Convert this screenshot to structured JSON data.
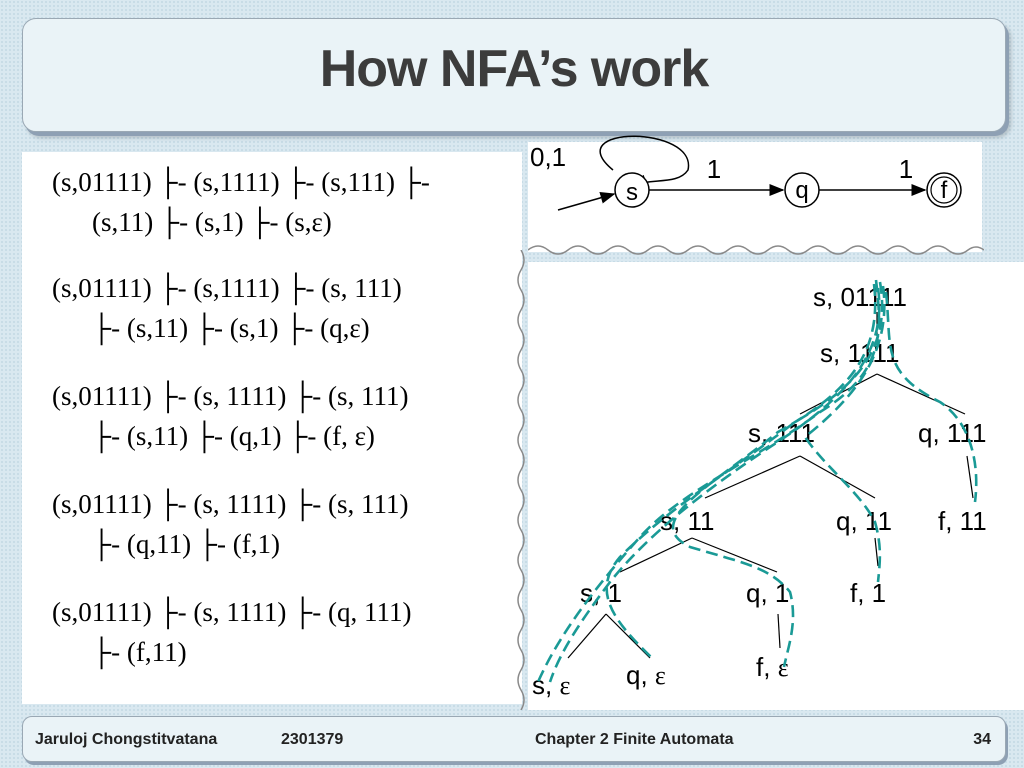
{
  "title": "How NFA’s work",
  "derivations": [
    {
      "line1": "(s,01111) ├- (s,1111) ├- (s,111) ├-",
      "line2": "(s,11) ├- (s,1) ├- (s,ε)"
    },
    {
      "line1": "(s,01111) ├- (s,1111) ├- (s, 111)",
      "line2": "├- (s,11) ├- (s,1) ├- (q,ε)"
    },
    {
      "line1": "(s,01111) ├- (s, 1111) ├- (s, 111)",
      "line2": "├- (s,11) ├- (q,1) ├- (f, ε)"
    },
    {
      "line1": "(s,01111) ├- (s, 1111) ├- (s, 111)",
      "line2": "├- (q,11) ├- (f,1)"
    },
    {
      "line1": "(s,01111) ├- (s, 1111) ├- (q, 111)",
      "line2": "├- (f,11)"
    }
  ],
  "automaton": {
    "states": [
      "s",
      "q",
      "f"
    ],
    "loop_label": "0,1",
    "edge_labels": [
      "1",
      "1"
    ]
  },
  "tree": {
    "nodes": {
      "root": "s, 01111",
      "n1": "s, 1111",
      "n2s": "s, 111",
      "n2q": "q, 111",
      "n3s": "s, 11",
      "n3q": "q, 11",
      "n3f": "f, 11",
      "n4s": "s, 1",
      "n4q": "q, 1",
      "n4f": "f, 1",
      "n5s": "s,",
      "n5q": "q,",
      "n5f": "f,"
    },
    "epsilon": "ε"
  },
  "footer": {
    "author": "Jaruloj Chongstitvatana",
    "course": "2301379",
    "chapter": "Chapter 2 Finite Automata",
    "page": "34"
  },
  "colors": {
    "path_teal": "#1a9a96",
    "title_text": "#3c3c3c",
    "background": "#d9e8f0"
  }
}
